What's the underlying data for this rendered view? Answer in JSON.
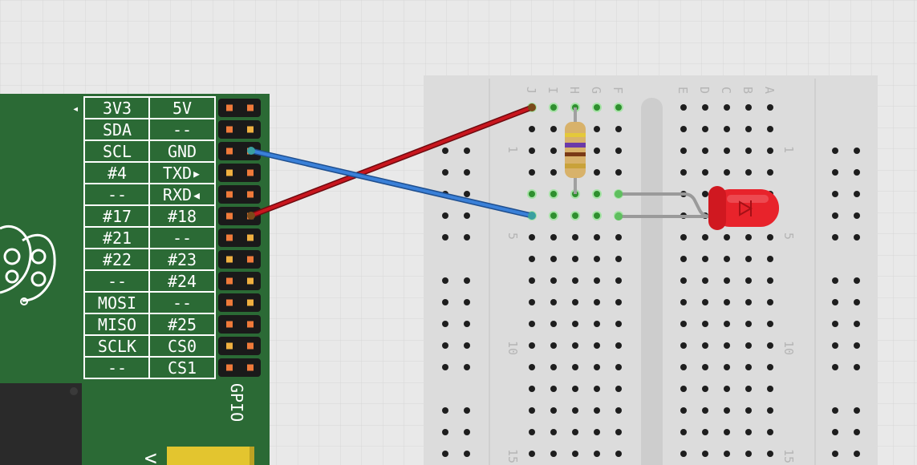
{
  "gpio": {
    "header_label": "GPIO",
    "rows": [
      {
        "left": "3V3",
        "right": "5V"
      },
      {
        "left": "SDA",
        "right": "--"
      },
      {
        "left": "SCL",
        "right": "GND"
      },
      {
        "left": "#4",
        "right": "TXD▸"
      },
      {
        "left": "--",
        "right": "RXD◂"
      },
      {
        "left": "#17",
        "right": "#18"
      },
      {
        "left": "#21",
        "right": "--"
      },
      {
        "left": "#22",
        "right": "#23"
      },
      {
        "left": "--",
        "right": "#24"
      },
      {
        "left": "MOSI",
        "right": "--"
      },
      {
        "left": "MISO",
        "right": "#25"
      },
      {
        "left": "SCLK",
        "right": "CS0"
      },
      {
        "left": "--",
        "right": "CS1"
      }
    ],
    "pin1_marker": "◂",
    "bottom_label": "<"
  },
  "breadboard": {
    "columns_left": [
      "J",
      "I",
      "H",
      "G",
      "F"
    ],
    "columns_right": [
      "E",
      "D",
      "C",
      "B",
      "A"
    ],
    "row_numbers": [
      "1",
      "5",
      "10",
      "15"
    ]
  },
  "colors": {
    "grid_bg": "#e9e9e9",
    "pi_board": "#2b6a35",
    "wire_red": "#b0141b",
    "wire_blue": "#2e6fc6",
    "led": "#e8232b",
    "breadboard": "#dcdcdc"
  }
}
